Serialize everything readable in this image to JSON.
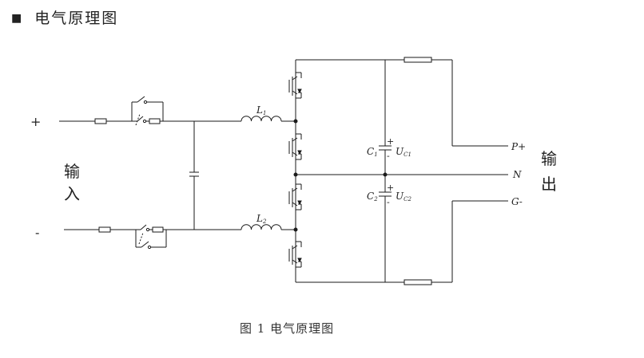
{
  "heading": {
    "bullet": "■",
    "title": "电气原理图"
  },
  "labels": {
    "input_plus": "+",
    "input_minus": "-",
    "input_char1": "输",
    "input_char2": "入",
    "output_char1": "输",
    "output_char2": "出",
    "L1": {
      "main": "L",
      "sub": "1"
    },
    "L2": {
      "main": "L",
      "sub": "2"
    },
    "C1": {
      "main": "C",
      "sub": "1"
    },
    "C2": {
      "main": "C",
      "sub": "2"
    },
    "UC1": {
      "main": "U",
      "sub": "C1"
    },
    "UC2": {
      "main": "U",
      "sub": "C2"
    },
    "cap_plus": "+",
    "cap_minus": "-",
    "P": "P+",
    "N": "N",
    "G": "G-"
  },
  "caption": "图 1  电气原理图",
  "colors": {
    "line": "#1a1a1a",
    "text": "#222222"
  }
}
